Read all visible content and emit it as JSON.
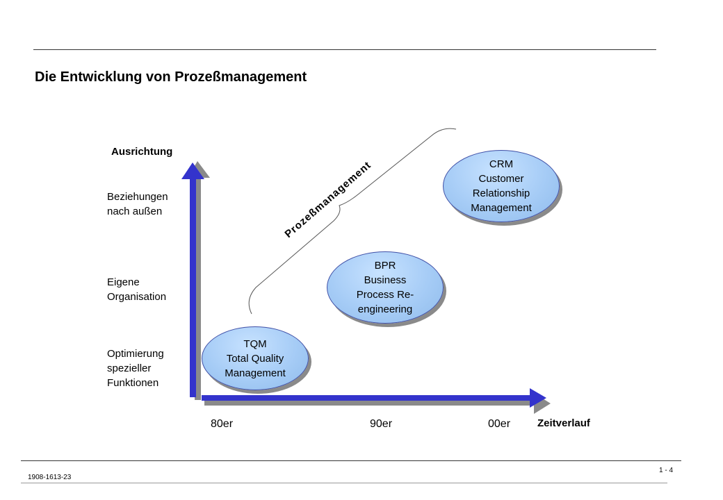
{
  "title": "Die Entwicklung von Prozeßmanagement",
  "y_axis": {
    "title": "Ausrichtung",
    "levels": [
      [
        "Beziehungen",
        "nach außen"
      ],
      [
        "Eigene",
        "Organisation"
      ],
      [
        "Optimierung",
        "spezieller",
        "Funktionen"
      ]
    ]
  },
  "x_axis": {
    "title": "Zeitverlauf",
    "ticks": [
      "80er",
      "90er",
      "00er"
    ]
  },
  "brace_label": "Prozeßmanagement",
  "nodes": [
    {
      "lines": [
        "TQM",
        "Total Quality",
        "Management"
      ]
    },
    {
      "lines": [
        "BPR",
        "Business",
        "Process Re-",
        "engineering"
      ]
    },
    {
      "lines": [
        "CRM",
        "Customer",
        "Relationship",
        "Management"
      ]
    }
  ],
  "footer": {
    "code": "1908-1613-23",
    "page": "1 - 4"
  },
  "colors": {
    "arrow": "#3333cc",
    "arrow_shadow": "#8a8a8a",
    "node_fill": "#a6ccf6",
    "node_border": "#3f4fa6"
  }
}
